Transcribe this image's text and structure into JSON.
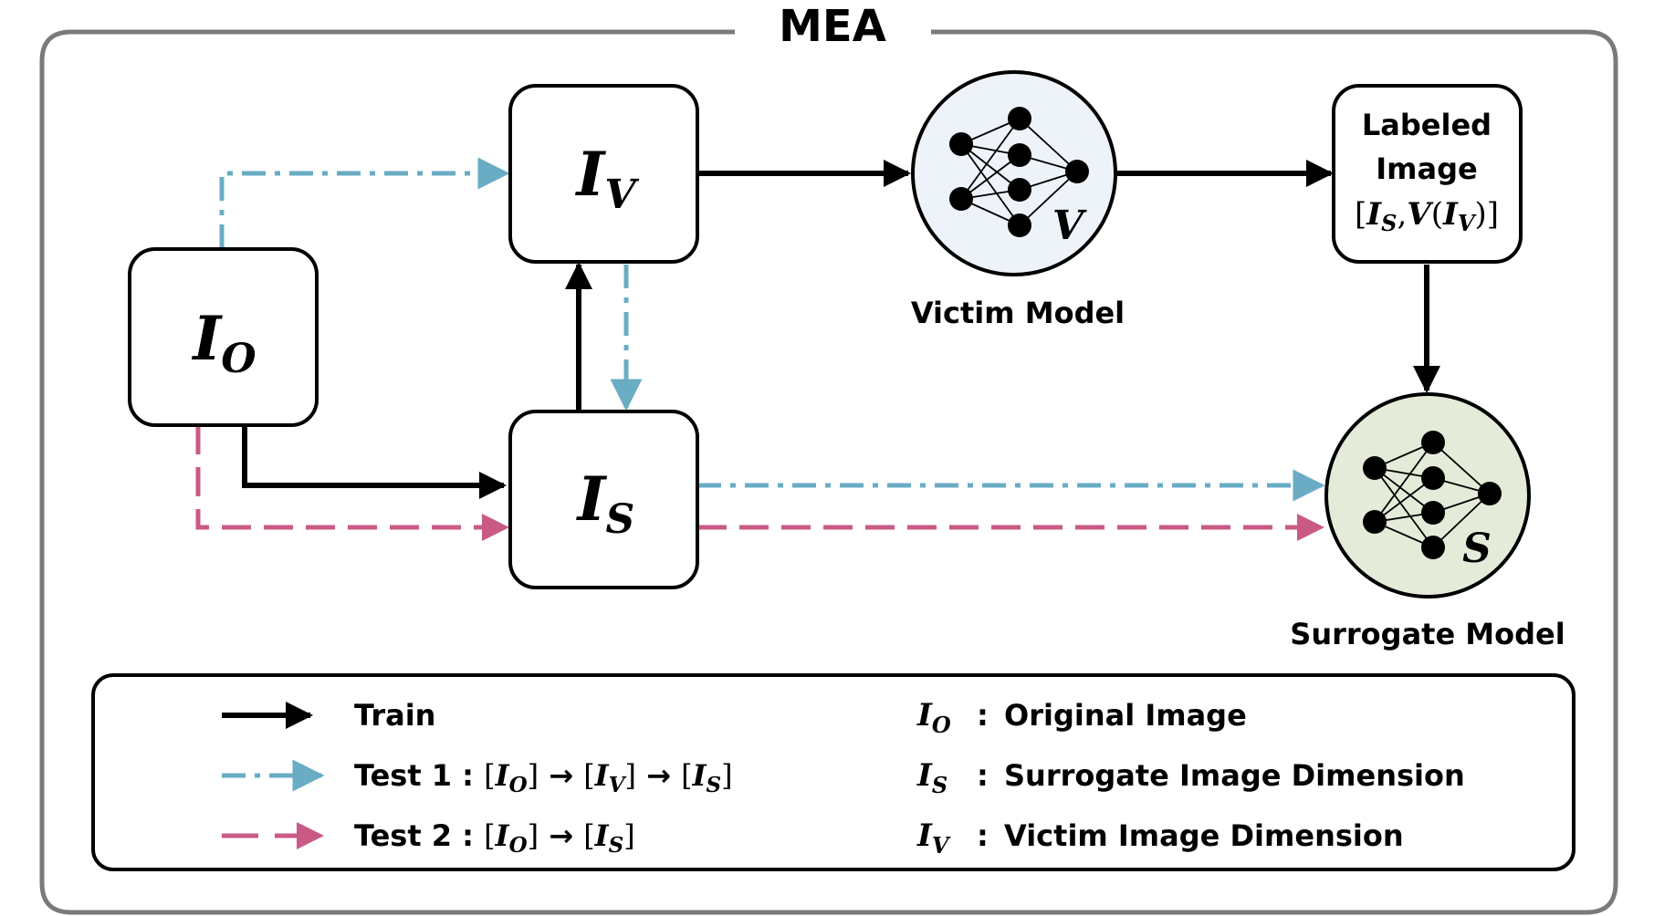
{
  "title": "MEA",
  "colors": {
    "train": "#000000",
    "test1": "#6aacc4",
    "test2": "#c95a85",
    "victim_fill": "#eef3fa",
    "surrogate_fill": "#e4ecd9",
    "frame": "#7a7a7a"
  },
  "nodes": {
    "io": {
      "main": "I",
      "sub": "O"
    },
    "iv": {
      "main": "I",
      "sub": "V"
    },
    "is": {
      "main": "I",
      "sub": "S"
    },
    "labeled": {
      "line1": "Labeled",
      "line2": "Image",
      "lb": "[",
      "i1": "I",
      "s1": "S",
      "comma": ",",
      "v": "V",
      "lp": "(",
      "i2": "I",
      "s2": "V",
      "rp": ")",
      "rb": "]"
    },
    "victim": {
      "letter": "V",
      "label": "Victim Model"
    },
    "surrogate": {
      "letter": "S",
      "label": "Surrogate Model"
    }
  },
  "legend": {
    "train": "Train",
    "test1": {
      "prefix": "Test 1 : ",
      "lb1": "[",
      "i1": "I",
      "s1": "O",
      "rb1": "]",
      "arr1": " → ",
      "lb2": "[",
      "i2": "I",
      "s2": "V",
      "rb2": "]",
      "arr2": " → ",
      "lb3": "[",
      "i3": "I",
      "s3": "S",
      "rb3": "]"
    },
    "test2": {
      "prefix": "Test 2 : ",
      "lb1": "[",
      "i1": "I",
      "s1": "O",
      "rb1": "]",
      "arr1": " → ",
      "lb2": "[",
      "i2": "I",
      "s2": "S",
      "rb2": "]"
    },
    "defs": [
      {
        "sym": "I",
        "sub": "O",
        "text": "Original Image"
      },
      {
        "sym": "I",
        "sub": "S",
        "text": "Surrogate Image Dimension"
      },
      {
        "sym": "I",
        "sub": "V",
        "text": "Victim Image Dimension"
      }
    ],
    "colon": ":"
  }
}
